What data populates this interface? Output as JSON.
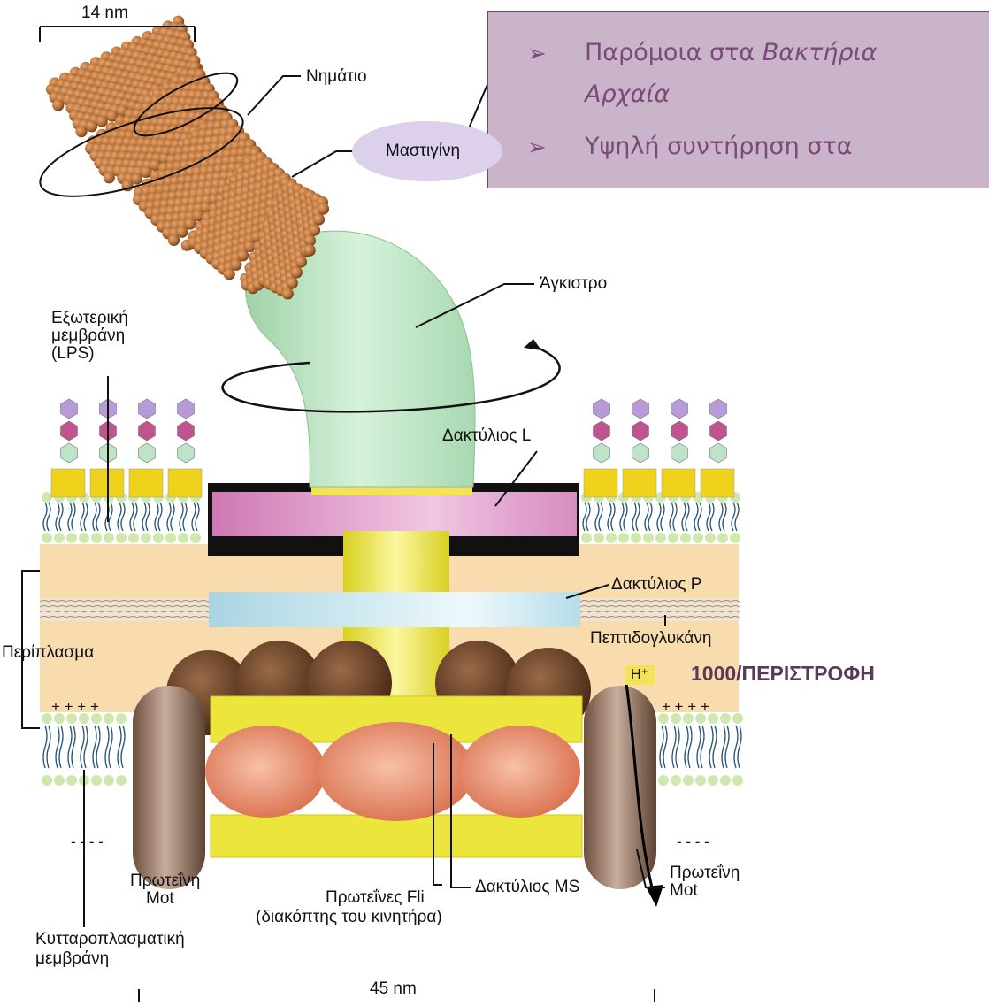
{
  "scale_top": "14 nm",
  "scale_bottom": "45 nm",
  "labels": {
    "filament": "Νημάτιο",
    "flagellin": "Μαστιγίνη",
    "hook": "Άγκιστρο",
    "outer_membrane": [
      "Εξωτερική",
      "μεμβράνη",
      "(LPS)"
    ],
    "l_ring": "Δακτύλιος L",
    "p_ring": "Δακτύλιος P",
    "peptidoglycan": "Πεπτιδογλυκάνη",
    "periplasm": "Περίπλασμα",
    "proton": "H⁺",
    "rate": "1000/ΠΕΡΙΣΤΡΟΦΗ",
    "mot_left": [
      "Πρωτεΐνη",
      "Mot"
    ],
    "mot_right": [
      "Πρωτεΐνη",
      "Mot"
    ],
    "fli": [
      "Πρωτεΐνες Fli",
      "(διακόπτης του κινητήρα)"
    ],
    "ms_ring": "Δακτύλιος MS",
    "cyto_membrane": [
      "Κυτταροπλασματική",
      "μεμβράνη"
    ],
    "plus_left": "+ + + +",
    "plus_right": "+ + + +",
    "minus_left": "- - - -",
    "minus_right": "- - - -"
  },
  "info_box": {
    "line1": "Παρόμοια στα Βακτήρια",
    "line1_plain": "Παρόμοια στα ",
    "line1_italic": "Βακτήρια",
    "line2": "Αρχαία",
    "line3": "Υψηλή συντήρηση στα"
  },
  "colors": {
    "filament": "#b5713a",
    "hook": "#b9e4c0",
    "l_ring": "#d98fc3",
    "p_ring": "#bfe0ea",
    "rod": "#e8e23a",
    "ms_ring": "#eee84a",
    "fli": "#e98a6c",
    "mot": "#9a7a68",
    "periplasm": "#f8dcae",
    "box": "#c9b4c9",
    "box_text": "#7a4a78"
  }
}
